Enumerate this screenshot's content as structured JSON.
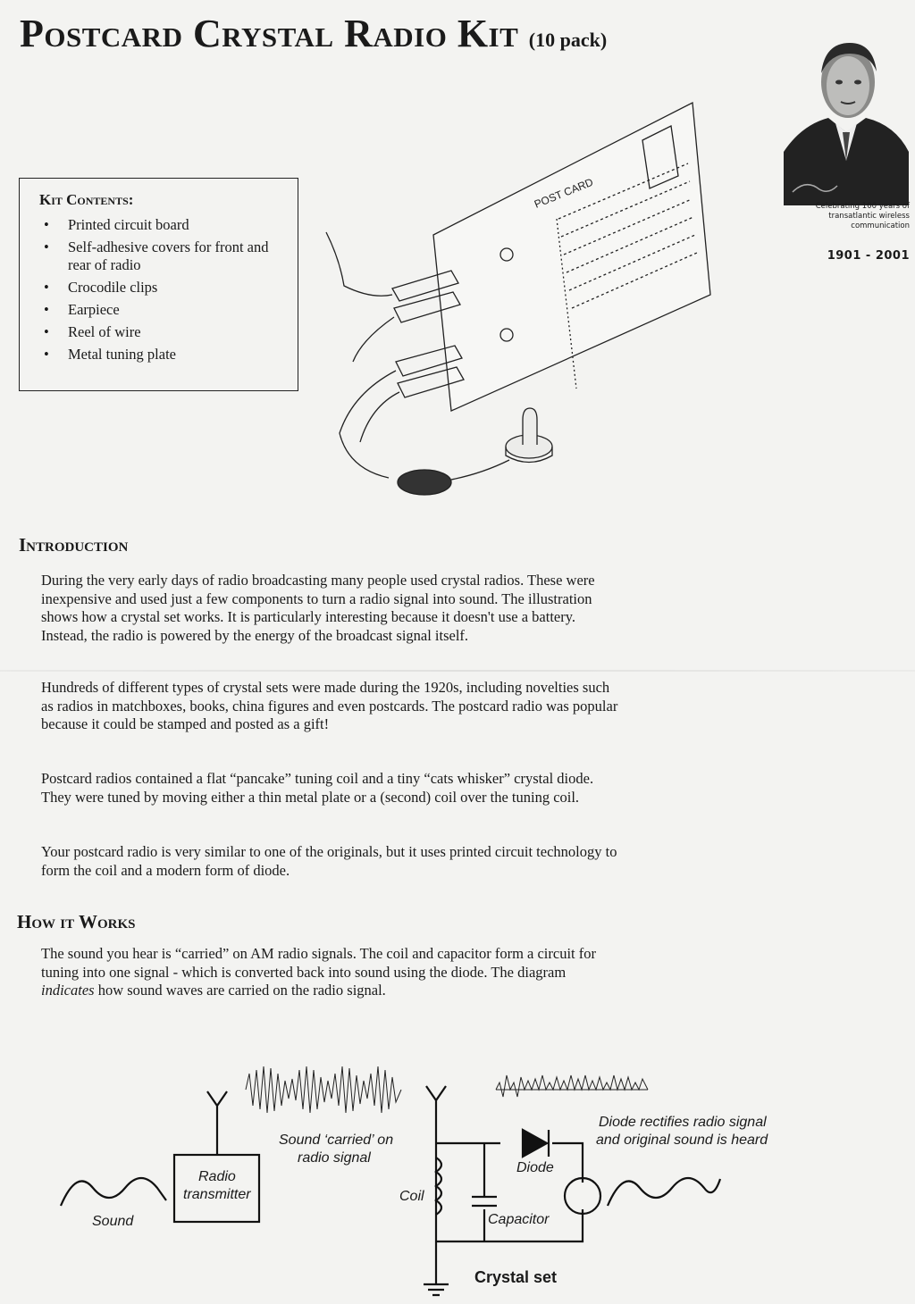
{
  "document": {
    "title": "Postcard Crystal Radio Kit",
    "title_suffix": "(10 pack)"
  },
  "kit_contents": {
    "heading": "Kit Contents:",
    "items": [
      "Printed circuit board",
      "Self-adhesive covers for front and rear of radio",
      "Crocodile clips",
      "Earpiece",
      "Reel of wire",
      "Metal tuning plate"
    ]
  },
  "sidebar": {
    "celebrating": "Celebrating 100 years of transatlantic wireless communication",
    "years": "1901 - 2001"
  },
  "illustration": {
    "postcard_label": "POST CARD"
  },
  "introduction": {
    "heading": "Introduction",
    "paragraphs": [
      "During the very early days of radio broadcasting many people used crystal radios. These were inexpensive and used just a few components to turn a radio signal into sound. The illustration shows how a crystal set works. It is particularly interesting because it doesn't use a battery. Instead, the radio is powered by the energy of the broadcast signal itself.",
      "Hundreds of different types of crystal sets were made during the 1920s, including novelties such as radios in matchboxes, books, china figures and even postcards. The postcard radio was popular because it could be stamped and posted as a gift!",
      "Postcard radios contained a flat “pancake” tuning coil and a tiny “cats whisker” crystal diode. They were tuned by moving either a thin metal plate or a (second) coil over the tuning coil.",
      "Your postcard radio is very similar to one of the originals, but it uses printed circuit technology to form the coil and a modern form of diode."
    ]
  },
  "how_it_works": {
    "heading": "How it Works",
    "text_before": "The sound you hear is “carried” on AM radio signals. The coil and capacitor form a circuit for tuning into one signal - which is converted back into sound using the diode. The diagram ",
    "text_em": "indicates",
    "text_after": " how sound waves are carried on the radio signal."
  },
  "diagram": {
    "sound": "Sound",
    "radio_transmitter_1": "Radio",
    "radio_transmitter_2": "transmitter",
    "carried_1": "Sound ‘carried’ on",
    "carried_2": "radio signal",
    "coil": "Coil",
    "capacitor": "Capacitor",
    "diode": "Diode",
    "rectifies_1": "Diode rectifies radio signal",
    "rectifies_2": "and original sound is heard",
    "crystal_set": "Crystal set"
  }
}
